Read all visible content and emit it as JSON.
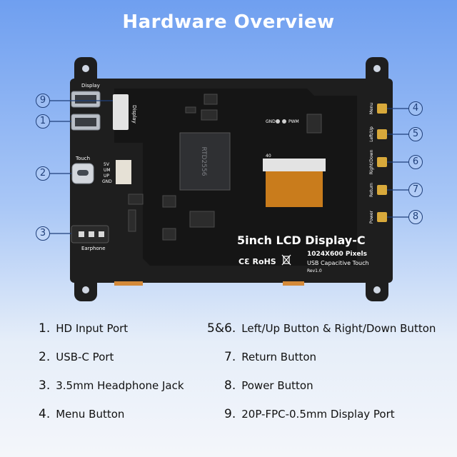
{
  "title": "Hardware Overview",
  "board": {
    "port_labels": {
      "display": "Display",
      "touch": "Touch",
      "earphone": "Earphone",
      "touch_pins": [
        "5V",
        "UM",
        "UP",
        "GND"
      ],
      "gnd": "GND",
      "pwm": "PWM",
      "fpc": "40",
      "side_buttons": [
        "Menu",
        "Left/Up",
        "Right/Down",
        "Return",
        "Power"
      ]
    },
    "product_name": "5inch LCD Display-C",
    "cert_marks": "CƐ RoHS",
    "resolution": "1024X600 Pixels",
    "touch_type": "USB Capacitive Touch",
    "revision": "Rev1.0"
  },
  "callouts": [
    "9",
    "1",
    "2",
    "3",
    "4",
    "5",
    "6",
    "7",
    "8"
  ],
  "legend": [
    {
      "num": "1.",
      "text": "HD Input Port"
    },
    {
      "num": "2.",
      "text": "USB-C Port"
    },
    {
      "num": "3.",
      "text": "3.5mm Headphone Jack"
    },
    {
      "num": "4.",
      "text": "Menu Button"
    },
    {
      "num": "5&6.",
      "text": "Left/Up Button & Right/Down Button"
    },
    {
      "num": "7.",
      "text": "Return Button"
    },
    {
      "num": "8.",
      "text": "Power Button"
    },
    {
      "num": "9.",
      "text": "20P-FPC-0.5mm Display Port"
    }
  ],
  "colors": {
    "background_top": "#6f9ff0",
    "background_bottom": "#f4f6fa",
    "board": "#1e1e1e",
    "callout": "#1f3f7a",
    "button_gold": "#d8a93b",
    "fpc_orange": "#c97c1c"
  }
}
